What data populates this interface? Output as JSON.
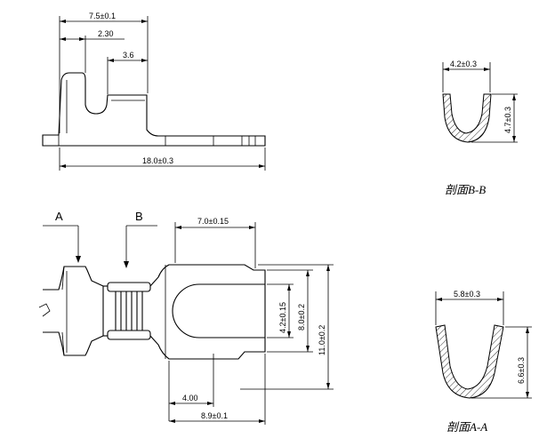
{
  "top_view": {
    "dim_width": "7.5±0.1",
    "dim_slot": "2.30",
    "dim_step": "3.6",
    "dim_length": "18.0±0.3"
  },
  "plan_view": {
    "marker_a": "A",
    "marker_b": "B",
    "dim_ring_width": "7.0±0.15",
    "dim_slot_height": "4.2±0.15",
    "dim_inner_height": "8.0±0.2",
    "dim_outer_height": "11.0±0.2",
    "dim_offset": "4.00",
    "dim_overall": "8.9±0.1"
  },
  "section_b": {
    "dim_width": "4.2±0.3",
    "dim_height": "4.7±0.3",
    "caption": "剖面B-B"
  },
  "section_a": {
    "dim_width": "5.8±0.3",
    "dim_height": "6.6±0.3",
    "caption": "剖面A-A"
  }
}
